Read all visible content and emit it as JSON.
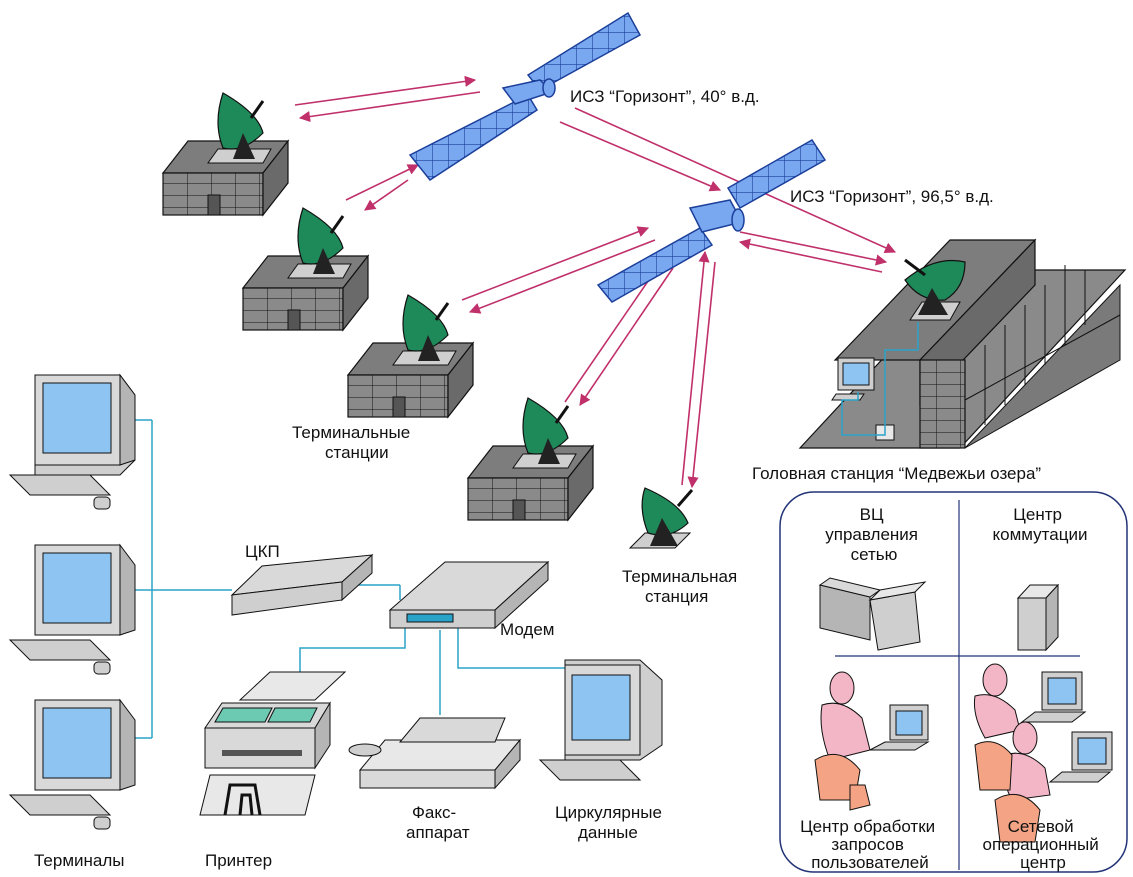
{
  "satellites": {
    "sat1": "ИСЗ “Горизонт”, 40° в.д.",
    "sat2": "ИСЗ “Горизонт”, 96,5° в.д."
  },
  "stations": {
    "terminal_group_line1": "Терминальные",
    "terminal_group_line2": "станции",
    "terminal_single_line1": "Терминальная",
    "terminal_single_line2": "станция",
    "head_station": "Головная станция “Медвежьи озера”"
  },
  "equipment": {
    "ckp": "ЦКП",
    "modem": "Модем",
    "terminals": "Терминалы",
    "printer": "Принтер",
    "fax_line1": "Факс-",
    "fax_line2": "аппарат",
    "circular_line1": "Циркулярные",
    "circular_line2": "данные"
  },
  "head_panel": {
    "vc_line1": "ВЦ",
    "vc_line2": "управления",
    "vc_line3": "сетью",
    "switch_line1": "Центр",
    "switch_line2": "коммутации",
    "user_line1": "Центр обработки",
    "user_line2": "запросов",
    "user_line3": "пользователей",
    "noc_line1": "Сетевой",
    "noc_line2": "операционный",
    "noc_line3": "центр"
  },
  "colors": {
    "link": "#c0306a",
    "cable": "#2aa3c9",
    "dish": "#1e8a5a",
    "solar": "#7aa8f0",
    "screen": "#8ec4f2",
    "person": "#f2b6c6",
    "chair": "#f4a484",
    "building": "#8a8a8a",
    "panel_border": "#223377"
  }
}
